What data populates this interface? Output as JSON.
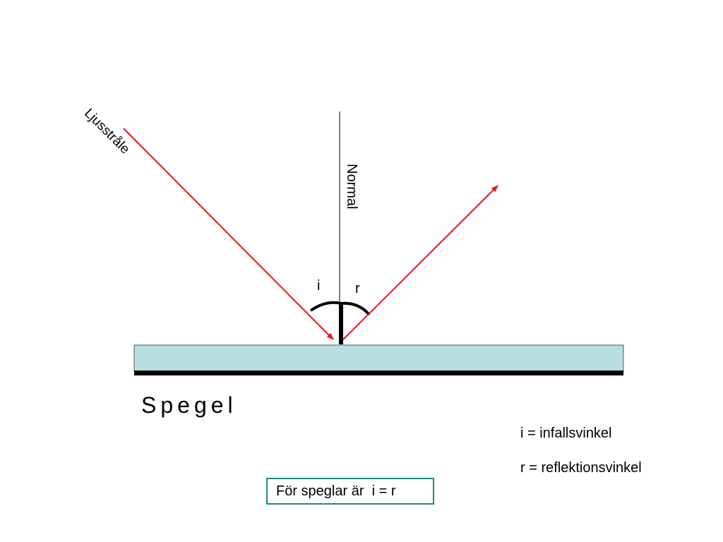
{
  "labels": {
    "ray": "Ljusstråle",
    "normal": "Normal",
    "angle_i": "i",
    "angle_r": "r",
    "mirror": "Spegel"
  },
  "legend": {
    "i_def": "i = infallsvinkel",
    "r_def": "r = reflektionsvinkel"
  },
  "rule": "För speglar är  i = r",
  "colors": {
    "ray": "#e0171f",
    "mirror_fill": "#b9dfe2",
    "mirror_edge": "#000000",
    "normal": "#000000",
    "rule_border": "#1f8a7a"
  }
}
